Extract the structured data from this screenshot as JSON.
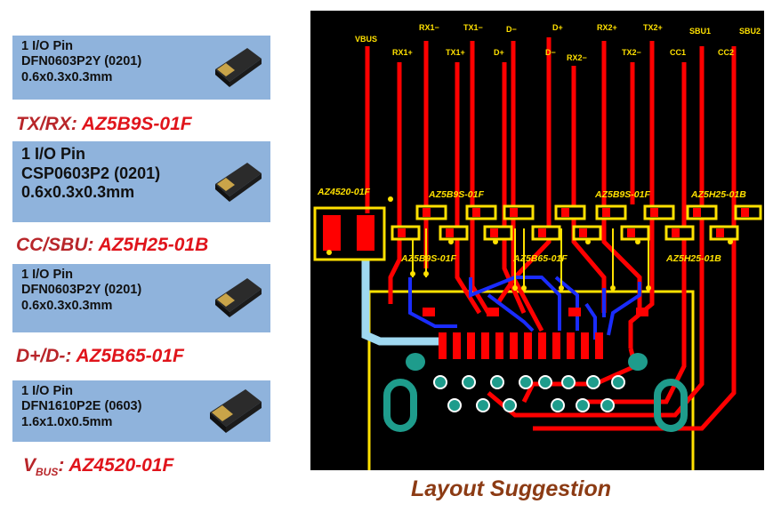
{
  "cards": [
    {
      "lines": [
        "1 I/O Pin",
        "DFN0603P2Y (0201)",
        "0.6x0.3x0.3mm"
      ]
    },
    {
      "lines": [
        "1 I/O Pin",
        "CSP0603P2 (0201)",
        "0.6x0.3x0.3mm"
      ]
    },
    {
      "lines": [
        "1 I/O Pin",
        "DFN0603P2Y (0201)",
        "0.6x0.3x0.3mm"
      ]
    },
    {
      "lines": [
        "1 I/O Pin",
        "DFN1610P2E (0603)",
        "1.6x1.0x0.5mm"
      ]
    }
  ],
  "sections": [
    {
      "prefix": "TX/RX: ",
      "part": "AZ5B9S-01F"
    },
    {
      "prefix": "CC/SBU: ",
      "part": "AZ5H25-01B"
    },
    {
      "prefix": "D+/D-: ",
      "part": "AZ5B65-01F"
    },
    {
      "prefix_main": "V",
      "prefix_sub": "BUS",
      "prefix_end": ": ",
      "part": "AZ4520-01F"
    }
  ],
  "pcb": {
    "pin_labels": {
      "vbus": "VBUS",
      "rx1p": "RX1+",
      "rx1m": "RX1−",
      "tx1p": "TX1+",
      "tx1m": "TX1−",
      "dp1": "D+",
      "dm1": "D−",
      "dp2": "D+",
      "dm2": "D−",
      "rx2m": "RX2−",
      "rx2p": "RX2+",
      "tx2m": "TX2−",
      "tx2p": "TX2+",
      "cc1": "CC1",
      "sbu1": "SBU1",
      "cc2": "CC2",
      "sbu2": "SBU2"
    },
    "part_labels": {
      "az4520": "AZ4520-01F",
      "b9s_top_left": "AZ5B9S-01F",
      "b9s_top_right": "AZ5B9S-01F",
      "h25_top": "AZ5H25-01B",
      "b9s_bottom": "AZ5B9S-01F",
      "b65_bottom": "AZ5B65-01F",
      "h25_bottom": "AZ5H25-01B"
    },
    "colors": {
      "board": "#000000",
      "trace_red": "#ff0000",
      "trace_blue": "#1a2cff",
      "outline_yellow": "#ffe100",
      "label_yellow": "#ffe100",
      "teal": "#1e9c8c",
      "vbus_cyan": "#9fd8f0"
    }
  },
  "caption": "Layout Suggestion"
}
